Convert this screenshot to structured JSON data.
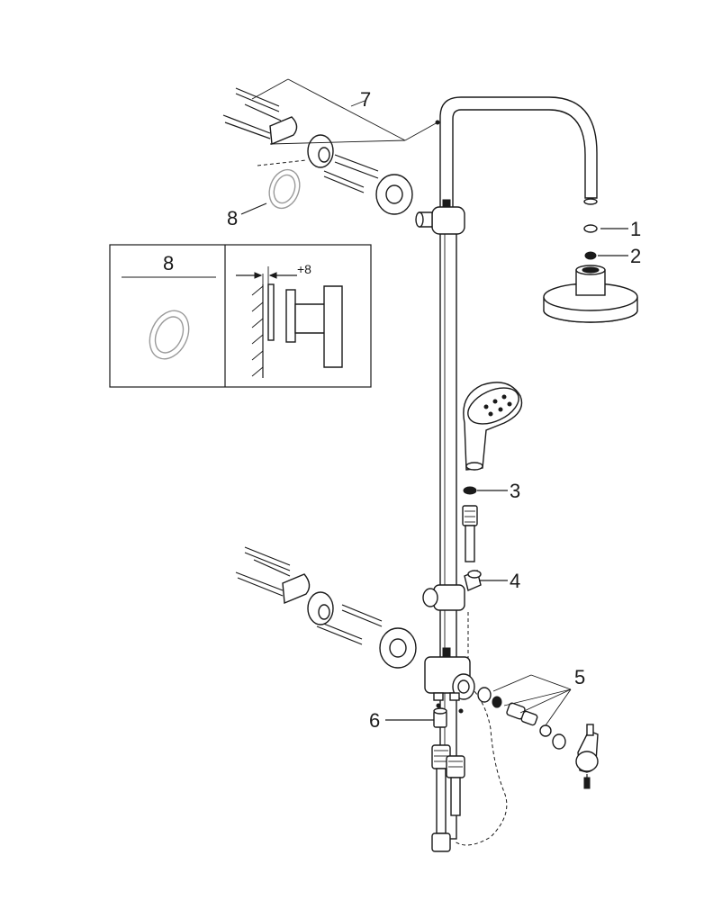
{
  "callouts": {
    "c1": "1",
    "c2": "2",
    "c3": "3",
    "c4": "4",
    "c5": "5",
    "c6": "6",
    "c7": "7",
    "c8": "8"
  },
  "detail_box": {
    "title": "8",
    "dimension": "+8"
  },
  "colors": {
    "line": "#1a1a1a",
    "ghost": "#9a9a9a",
    "background": "#ffffff"
  }
}
